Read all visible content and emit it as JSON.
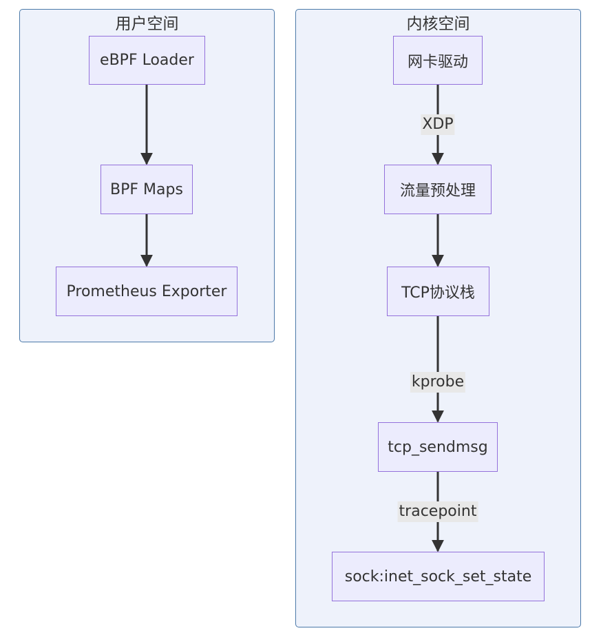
{
  "clusters": {
    "user_space": {
      "title": "用户空间"
    },
    "kernel_space": {
      "title": "内核空间"
    }
  },
  "nodes": {
    "ebpf_loader": "eBPF Loader",
    "bpf_maps": "BPF Maps",
    "prometheus_exporter": "Prometheus Exporter",
    "nic_driver": "网卡驱动",
    "traffic_preprocess": "流量预处理",
    "tcp_stack": "TCP协议栈",
    "tcp_sendmsg": "tcp_sendmsg",
    "inet_sock_set_state": "sock:inet_sock_set_state"
  },
  "edges": {
    "xdp": "XDP",
    "kprobe": "kprobe",
    "tracepoint": "tracepoint"
  },
  "colors": {
    "cluster_fill": "#eef2fb",
    "cluster_border": "#4a78a8",
    "node_fill": "#ececfd",
    "node_border": "#9370db",
    "edge": "#333333",
    "edge_label_bg": "#e8e8e8"
  }
}
